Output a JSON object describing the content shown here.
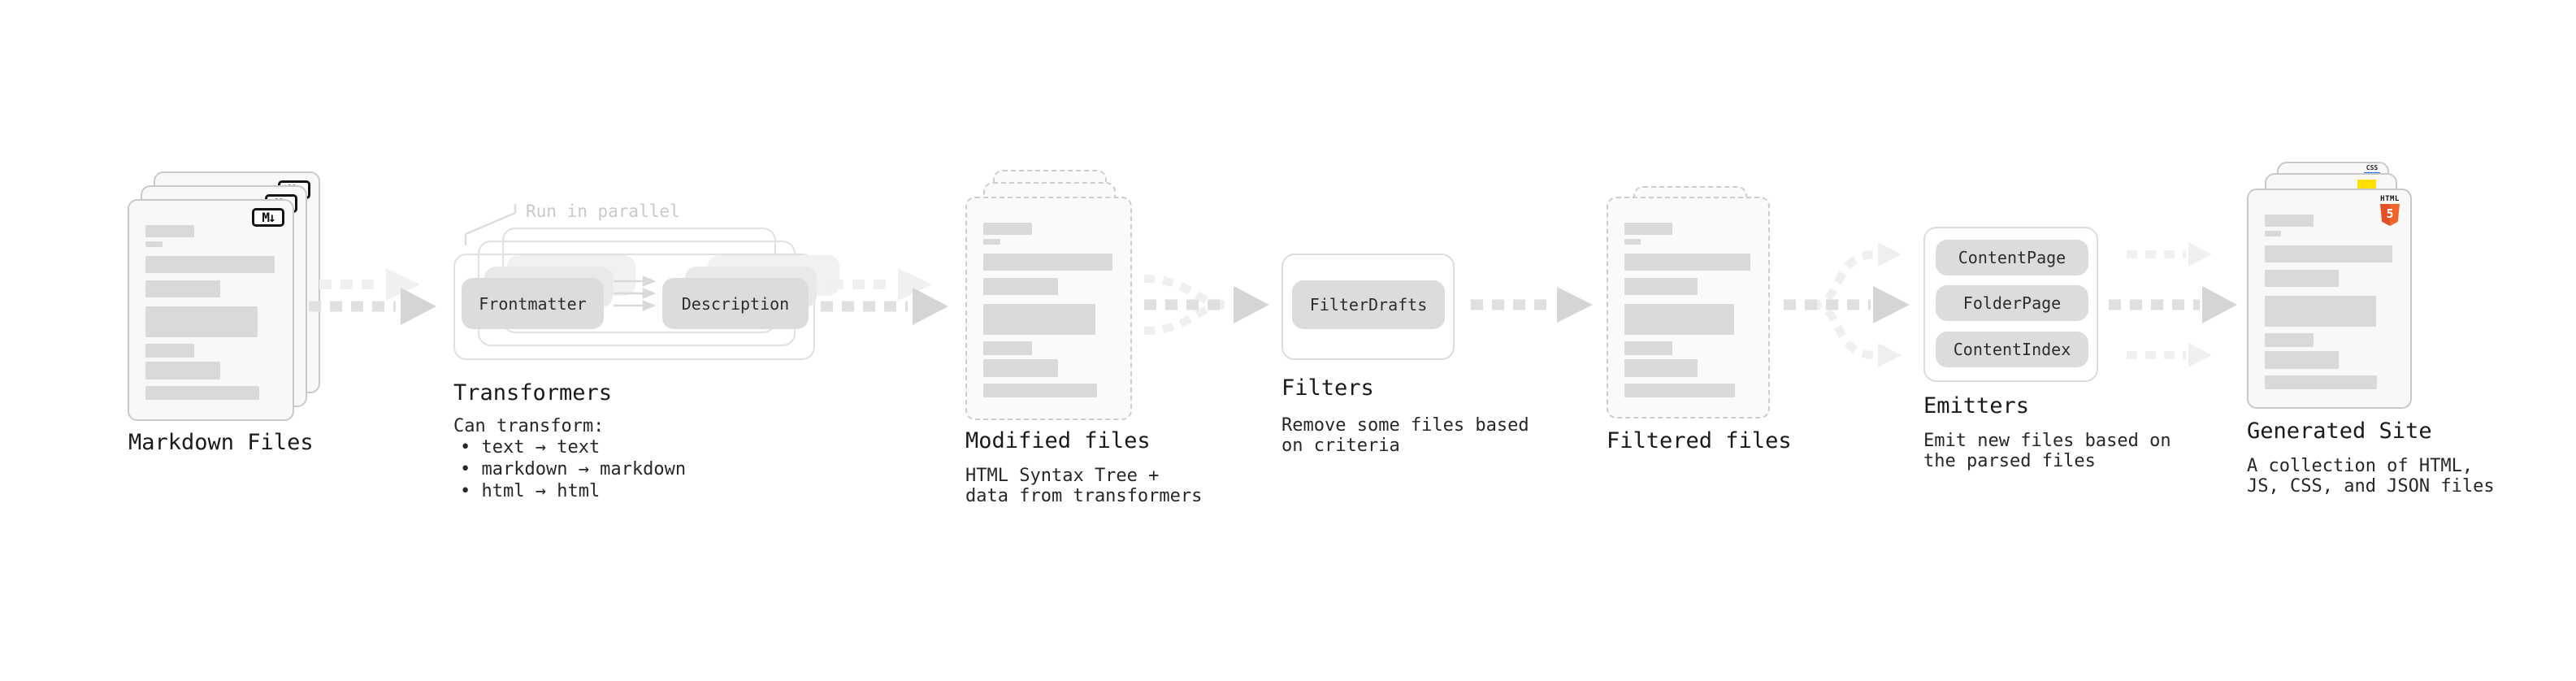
{
  "nodes": {
    "markdown_files": {
      "label": "Markdown Files",
      "badge": "M↓"
    },
    "transformers": {
      "label": "Transformers",
      "callout": "Run in parallel",
      "pill_frontmatter": "Frontmatter",
      "pill_description": "Description",
      "can_transform": "Can transform:",
      "bullets": [
        "• text → text",
        "• markdown → markdown",
        "• html → html"
      ]
    },
    "modified_files": {
      "label": "Modified files",
      "subtitle": "HTML Syntax Tree +\ndata from transformers"
    },
    "filters": {
      "label": "Filters",
      "pill": "FilterDrafts",
      "subtitle": "Remove some files based\non criteria"
    },
    "filtered_files": {
      "label": "Filtered files"
    },
    "emitters": {
      "label": "Emitters",
      "pills": [
        "ContentPage",
        "FolderPage",
        "ContentIndex"
      ],
      "subtitle": "Emit new files based on\nthe parsed files"
    },
    "generated_site": {
      "label": "Generated Site",
      "subtitle": "A collection of HTML,\nJS, CSS, and JSON files",
      "css_badge": "CSS",
      "html_badge_top": "HTML",
      "html_badge_number": "5"
    }
  },
  "colors": {
    "background": "#ffffff",
    "card_fill": "#f8f8f8",
    "card_border": "#c9c9c9",
    "dashed_border": "#cdcdcd",
    "bar_fill": "#d9d9d9",
    "pill_fill": "#dcdcdc",
    "arrow_dark": "#dfdfdf",
    "arrow_head_dark": "#d5d5d5",
    "arrow_light": "#efefef",
    "callout_text": "#c9c9c9",
    "label_text": "#1a1a1a",
    "css_badge_blue": "#2b6be5",
    "js_badge_yellow": "#ffdf00",
    "html5_orange": "#e34f26"
  }
}
